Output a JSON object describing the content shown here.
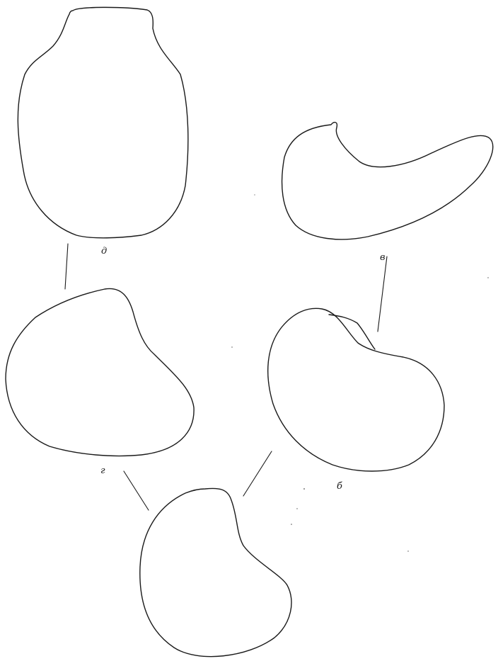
{
  "labels": {
    "d": "д",
    "v": "в",
    "g": "г",
    "b": "б"
  },
  "colors": {
    "ink": "#1a1a1a",
    "background": "#ffffff"
  }
}
